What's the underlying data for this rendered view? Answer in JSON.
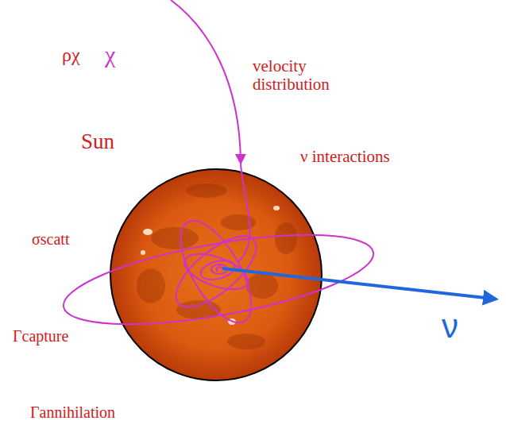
{
  "diagram": {
    "labels": [
      "ρχ",
      "χ",
      "velocity distribution",
      "Sun",
      "ν interactions",
      "σscatt",
      "Γcapture",
      "Γannihilation",
      "ν"
    ]
  }
}
